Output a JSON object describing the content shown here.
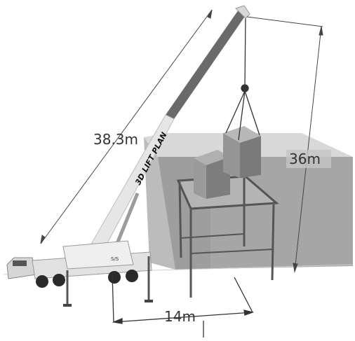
{
  "labels": {
    "boom_length": "38.3m",
    "height": "36m",
    "radius": "14m",
    "boom_text": "3D LIFT PLAN"
  },
  "colors": {
    "building_front": "#a6a6a6",
    "building_side": "#c4c4c4",
    "building_top": "#d8d8d8",
    "box": "#8c8c8c",
    "crane_body": "#dcdcdc",
    "boom_dark": "#6a6a6a",
    "line": "#222222"
  }
}
